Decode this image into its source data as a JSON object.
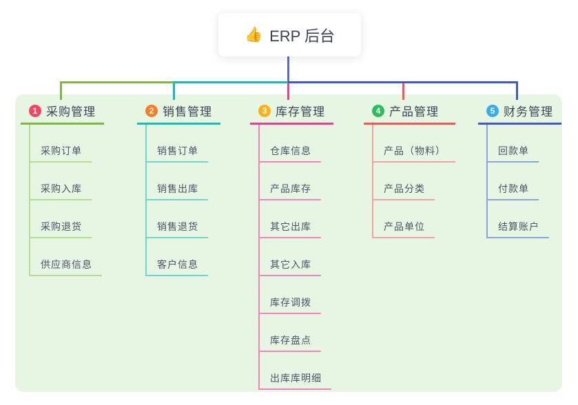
{
  "root": {
    "icon": "👍",
    "label": "ERP 后台"
  },
  "canvas": {
    "background": "#ffffff",
    "panel_background": "#e7f6e3",
    "root_stem_color": "#5b68cf"
  },
  "connectors": {
    "root_stem": "#5b68cf",
    "branch_1": "#7db73f",
    "branch_2": "#14bcb4",
    "branch_3": "#ea3d95",
    "branch_4": "#f8535b",
    "branch_5": "#3e57cb"
  },
  "branches": [
    {
      "number": "1",
      "title": "采购管理",
      "badge_color": "#f44662",
      "line_color": "#7db73f",
      "child_line_color": "#b5dc90",
      "items": [
        "采购订单",
        "采购入库",
        "采购退货",
        "供应商信息"
      ]
    },
    {
      "number": "2",
      "title": "销售管理",
      "badge_color": "#f57d2c",
      "line_color": "#14bcb4",
      "child_line_color": "#70d6cd",
      "items": [
        "销售订单",
        "销售出库",
        "销售退货",
        "客户信息"
      ]
    },
    {
      "number": "3",
      "title": "库存管理",
      "badge_color": "#fcb116",
      "line_color": "#ea3d95",
      "child_line_color": "#f283bd",
      "items": [
        "仓库信息",
        "产品库存",
        "其它出库",
        "其它入库",
        "库存调拨",
        "库存盘点",
        "出库库明细"
      ]
    },
    {
      "number": "4",
      "title": "产品管理",
      "badge_color": "#2abf5b",
      "line_color": "#f8535b",
      "child_line_color": "#f99ba1",
      "items": [
        "产品（物料）",
        "产品分类",
        "产品单位"
      ]
    },
    {
      "number": "5",
      "title": "财务管理",
      "badge_color": "#36aeee",
      "line_color": "#3e57cb",
      "child_line_color": "#8ba2db",
      "items": [
        "回款单",
        "付款单",
        "结算账户"
      ]
    }
  ]
}
